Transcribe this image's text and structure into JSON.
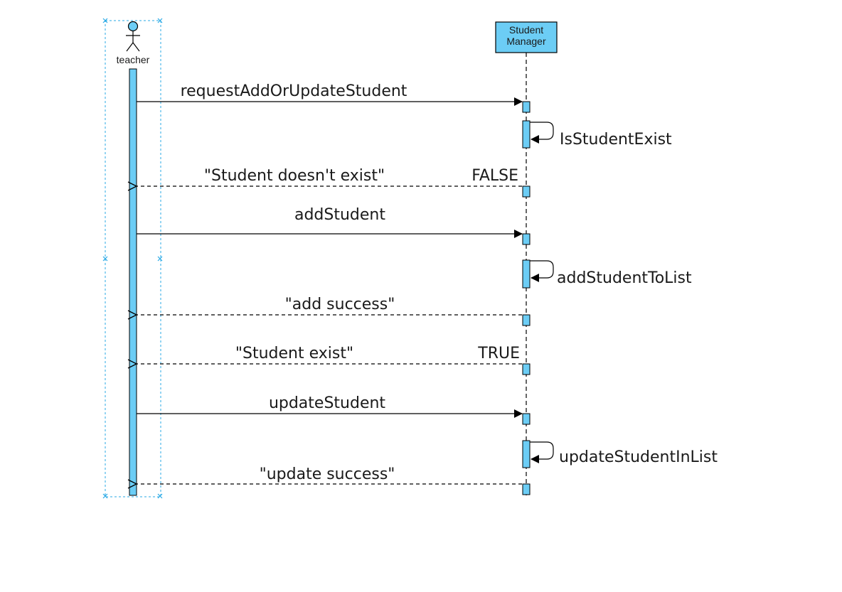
{
  "colors": {
    "lifeline_fill": "#6ccdf5",
    "stroke": "#000000",
    "selection": "#29a9e6",
    "text": "#1a1a1a"
  },
  "actor": {
    "name": "teacher",
    "icon": "stick-figure-icon"
  },
  "participant": {
    "line1": "Student",
    "line2": "Manager"
  },
  "messages": [
    {
      "id": "request-add-or-update",
      "kind": "sync",
      "label": "requestAddOrUpdateStudent"
    },
    {
      "id": "is-student-exist",
      "kind": "self",
      "label": "IsStudentExist"
    },
    {
      "id": "student-doesnt-exist",
      "kind": "return",
      "label": "\"Student doesn't exist\"",
      "guard": "FALSE"
    },
    {
      "id": "add-student",
      "kind": "sync",
      "label": "addStudent"
    },
    {
      "id": "add-student-to-list",
      "kind": "self",
      "label": "addStudentToList"
    },
    {
      "id": "add-success",
      "kind": "return",
      "label": "\"add success\""
    },
    {
      "id": "student-exist",
      "kind": "return",
      "label": "\"Student exist\"",
      "guard": "TRUE"
    },
    {
      "id": "update-student",
      "kind": "sync",
      "label": "updateStudent"
    },
    {
      "id": "update-student-in-list",
      "kind": "self",
      "label": "updateStudentInList"
    },
    {
      "id": "update-success",
      "kind": "return",
      "label": "\"update success\""
    }
  ]
}
